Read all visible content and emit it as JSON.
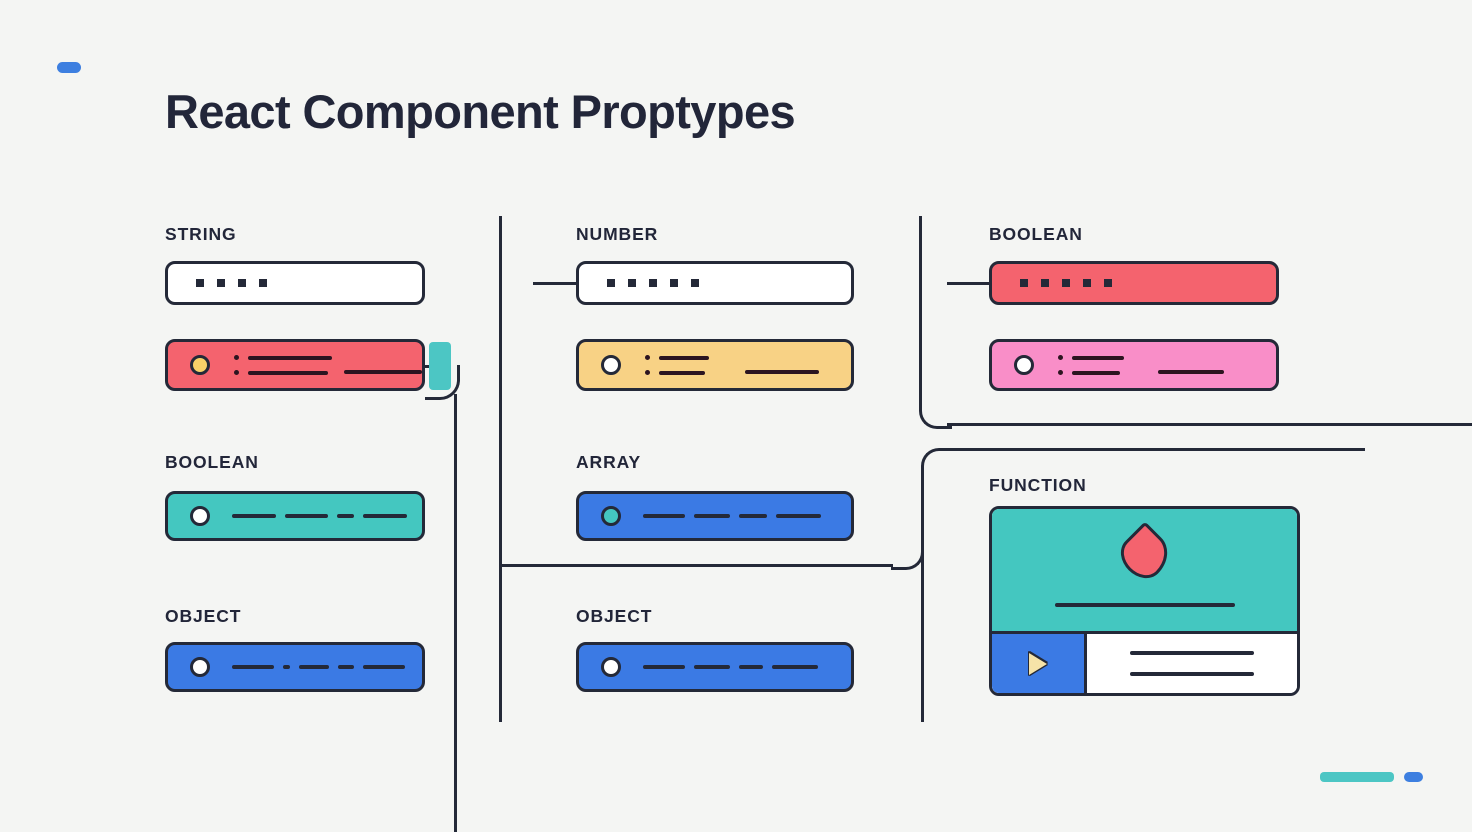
{
  "page": {
    "title": "React Component Proptypes",
    "background_color": "#f4f5f3",
    "ink_color": "#242938"
  },
  "decorations": {
    "top_left_pill": {
      "name": "blue-pill-mark",
      "color": "#3d7fe0"
    },
    "bottom_right_bar": {
      "name": "teal-bar-mark",
      "color": "#4cc6c4"
    },
    "bottom_right_pill": {
      "name": "blue-pill-mark",
      "color": "#3d7fe0"
    }
  },
  "columns": [
    {
      "id": "column-1",
      "groups": [
        {
          "label": "STRING",
          "cards": [
            {
              "name": "string-input-card",
              "style": "white",
              "content": "dots",
              "dot_count": 4,
              "color": "#ffffff"
            },
            {
              "name": "string-detail-card",
              "style": "red",
              "content": "bullet-list",
              "circle": "amber",
              "color": "#f4636e",
              "tabs": 2,
              "tab_color": "#4cc6c4"
            }
          ]
        },
        {
          "label": "BOOLEAN",
          "cards": [
            {
              "name": "boolean-card",
              "style": "teal",
              "content": "dashes",
              "circle": "white",
              "color": "#44c7c0"
            }
          ]
        },
        {
          "label": "OBJECT",
          "cards": [
            {
              "name": "object-card",
              "style": "blue",
              "content": "dashes",
              "circle": "white",
              "color": "#3b7ae4"
            }
          ]
        }
      ]
    },
    {
      "id": "column-2",
      "groups": [
        {
          "label": "NUMBER",
          "cards": [
            {
              "name": "number-input-card",
              "style": "white",
              "content": "dots",
              "dot_count": 5,
              "color": "#ffffff"
            },
            {
              "name": "number-detail-card",
              "style": "yellow",
              "content": "bullet-list",
              "circle": "white",
              "color": "#f8d285"
            }
          ]
        },
        {
          "label": "ARRAY",
          "cards": [
            {
              "name": "array-card",
              "style": "blue",
              "content": "dashes",
              "circle": "teal",
              "color": "#3b7ae4"
            }
          ]
        },
        {
          "label": "OBJECT",
          "cards": [
            {
              "name": "object-card",
              "style": "blue",
              "content": "dashes",
              "circle": "white",
              "color": "#3b7ae4"
            }
          ]
        }
      ]
    },
    {
      "id": "column-3",
      "groups": [
        {
          "label": "BOOLEAN",
          "cards": [
            {
              "name": "boolean-input-card",
              "style": "salmon",
              "content": "dots",
              "dot_count": 5,
              "color": "#f4636e"
            },
            {
              "name": "boolean-detail-card",
              "style": "pink",
              "content": "bullet-list",
              "circle": "white",
              "color": "#f98ec8"
            }
          ]
        },
        {
          "label": "FUNCTION",
          "cards": [
            {
              "name": "function-panel",
              "style": "composite",
              "top_color": "#44c7c0",
              "droplet_color": "#f4636e",
              "play_cell_color": "#3b7ae4",
              "play_icon_color": "#f6e3a8",
              "body_color": "#ffffff",
              "body_line_count": 2
            }
          ]
        }
      ]
    }
  ]
}
